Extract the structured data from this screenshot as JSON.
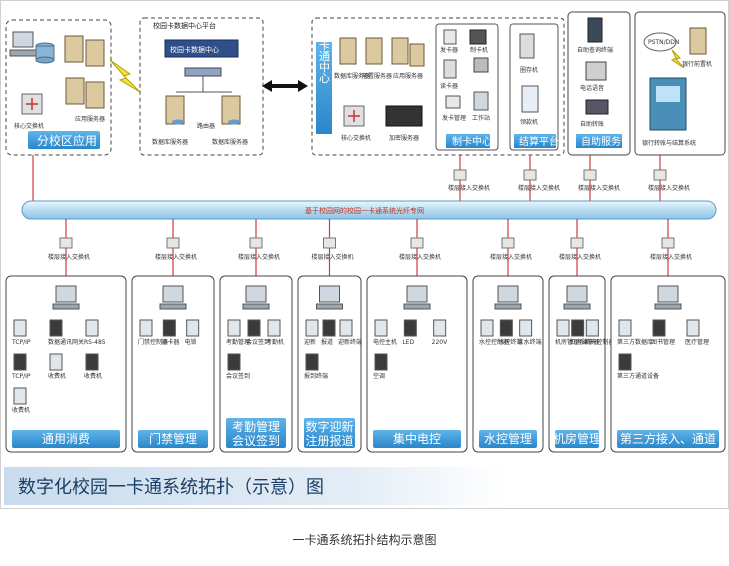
{
  "top": {
    "branch_label": "分校区应用",
    "branch_server": "应用服务器",
    "branch_switch": "核心交换机",
    "platform_title": "校园卡数据中心平台",
    "platform_center": "校园卡数据中心",
    "platform_router": "路由器",
    "platform_db1": "数据库服务器",
    "platform_db2": "数据库服务器",
    "center_vertical": "一卡通中心",
    "center_items": [
      "数据库服务器",
      "前置服务器",
      "应用服务器",
      "核心交换机",
      "加密服务器"
    ],
    "card_center_label": "制卡中心",
    "card_center_items": [
      "发卡器",
      "制卡机",
      "读卡器",
      "发卡管理",
      "工作站"
    ],
    "settle_label": "结算平台",
    "settle_items": [
      "圈存机",
      "领款机"
    ],
    "self_label": "自助服务",
    "self_items": [
      "自助查询终端",
      "电话语音",
      "自助转账"
    ],
    "bank_items": [
      "银行前置机",
      "PSTN/DDN"
    ],
    "bank_label": "银行转账与结算系统"
  },
  "bus_label": "基于校园网的校园一卡通系统光纤专网",
  "switch_label": "楼层接入交换机",
  "modules": [
    {
      "label": "通用消费",
      "items": [
        "TCP/IP",
        "数据通讯网关",
        "RS-485",
        "TCP/IP",
        "收费机",
        "收费机",
        "收费机"
      ]
    },
    {
      "label": "门禁管理",
      "items": [
        "门禁控制器",
        "读卡器",
        "电锁"
      ]
    },
    {
      "label": "考勤管理\n会议签到",
      "items": [
        "考勤管理",
        "会议签到",
        "考勤机",
        "会议签到"
      ]
    },
    {
      "label": "数字迎新\n注册报道",
      "items": [
        "迎新",
        "报道",
        "迎新终端",
        "报到终端"
      ]
    },
    {
      "label": "集中电控",
      "items": [
        "电控主机",
        "LED",
        "220V",
        "空调"
      ]
    },
    {
      "label": "水控管理",
      "items": [
        "水控控制器",
        "水控终端",
        "饮水终端"
      ]
    },
    {
      "label": "机房管理",
      "items": [
        "机房管理系统",
        "机房读卡器",
        "机房控制器"
      ]
    },
    {
      "label": "第三方接入、通道",
      "items": [
        "第三方数据库",
        "图书管理",
        "医疗管理",
        "第三方通道设备"
      ]
    }
  ],
  "banner_title": "数字化校园一卡通系统拓扑（示意）图",
  "caption": "一卡通系统拓扑结构示意图",
  "colors": {
    "accent_blue": "#3a9ad9",
    "bus_fill": "#c6e4f5",
    "line_red": "#d23a3a",
    "banner_bg": "#d9e6f2"
  }
}
